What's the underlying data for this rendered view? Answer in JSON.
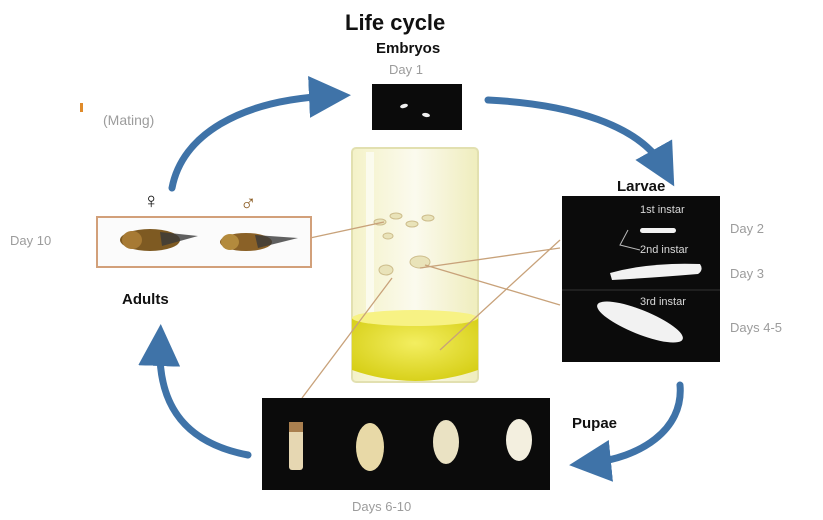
{
  "title": "Life cycle",
  "stages": {
    "embryos": {
      "label": "Embryos",
      "day": "Day 1"
    },
    "larvae": {
      "label": "Larvae",
      "instars": [
        "1st instar",
        "2nd instar",
        "3rd instar"
      ],
      "days": [
        "Day 2",
        "Day 3",
        "Days 4-5"
      ]
    },
    "pupae": {
      "label": "Pupae",
      "day": "Days 6-10"
    },
    "adults": {
      "label": "Adults",
      "day": "Day 10",
      "female_symbol": "♀",
      "male_symbol": "♂"
    }
  },
  "mating_label": "(Mating)",
  "colors": {
    "arrow": "#3f73a8",
    "media": "#e4dc1c",
    "leader_line": "#c8a27a",
    "tube": "#f1f0c4"
  },
  "icons": [
    "cycle-arrow",
    "fly-icon",
    "larva-icon",
    "pupa-icon",
    "embryo-icon",
    "culture-tube"
  ]
}
